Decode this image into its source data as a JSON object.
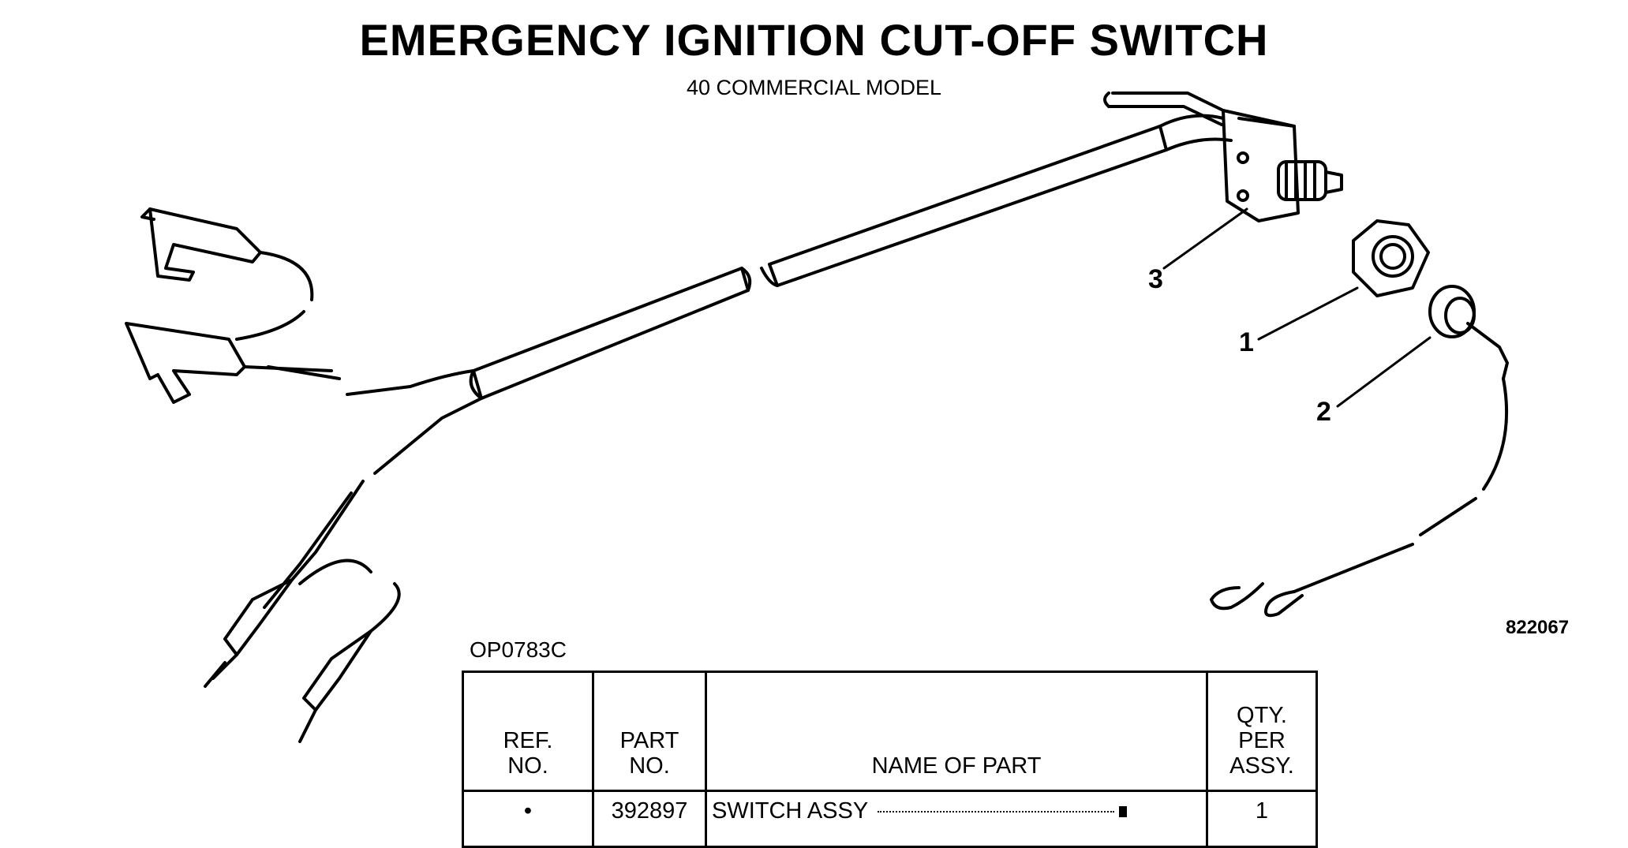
{
  "header": {
    "title": "EMERGENCY IGNITION CUT-OFF SWITCH",
    "subtitle": "40 COMMERCIAL MODEL"
  },
  "figure": {
    "figure_code": "OP0783C",
    "illustration_number": "822067",
    "callouts": [
      {
        "label": "1",
        "part": "nut"
      },
      {
        "label": "2",
        "part": "lanyard clip"
      },
      {
        "label": "3",
        "part": "switch assembly"
      }
    ]
  },
  "parts_table": {
    "headers": {
      "ref_no": "REF.\nNO.",
      "part_no": "PART\nNO.",
      "name": "NAME OF PART",
      "qty": "QTY.\nPER\nASSY."
    },
    "rows": [
      {
        "ref": "•",
        "part_no": "392897",
        "name": "SWITCH ASSY",
        "qty": "1"
      }
    ]
  }
}
